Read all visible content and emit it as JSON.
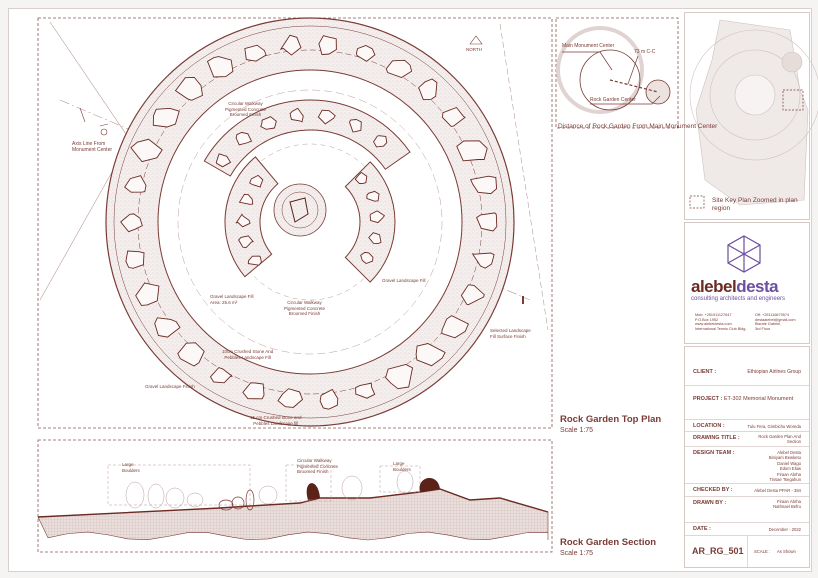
{
  "plan": {
    "title": "Rock Garden Top Plan",
    "scale": "Scale 1:75",
    "north_label": "NORTH",
    "labels": {
      "axis_line": "Axis Line From\nMonument Center",
      "walkway_top": "Circular Walkway\nPigmented Concrete\nBroomed Finish",
      "gravel_fill_area": "Gravel Landscape Fill\nArea: 25.6 m²",
      "walkway_bottom": "Circular Walkway\nPigmented Concrete\nBroomed Finish",
      "gravel_fill_right": "Gravel Landscape Fill",
      "crushed_stone": "10cm Crushed Stone And\nPebbles Landscape Fill",
      "gravel_finish": "Gravel Landscape Finish",
      "selected_fill": "Selected Landscape\nFill Surface Finish",
      "crushed_bottom": "15 cm Crushed stone and\nPebbles Landscape fill"
    }
  },
  "section": {
    "title": "Rock Garden Section",
    "scale": "Scale 1:75",
    "labels": {
      "boulders_left": "Large\nBoulders",
      "walkway": "Circular Walkway\nPigmented Concrete\nBroomed Finish",
      "boulders_right": "Large\nBoulders"
    }
  },
  "distance_panel": {
    "main_center": "Main Monument Center",
    "distance": "73 m C-C",
    "rock_center": "Rock Garden Center",
    "caption": "Distance of Rock Garden\nFrom Main Monument Center"
  },
  "key_plan": {
    "legend": "Site Key Plan\nZoomed in plan region"
  },
  "logo": {
    "name_a": "alebel",
    "name_b": "desta",
    "tagline": "consulting architects and engineers",
    "contact_left": "Mob: +251911127647\nP.O.Box 1952\nwww.alebeldesta.com\nInternational Tennis Club Bldg.",
    "contact_right": "Off: +251116679574\ndestaalebel@gmail.com\nBisrate Gabriel,\n3rd Floor"
  },
  "title_block": {
    "client_label": "CLIENT :",
    "client": "Ethiopian Airlines Group",
    "project_label": "PROJECT :",
    "project": "ET-302  Memorial Monument",
    "location_label": "LOCATION :",
    "location": "Tulu Fera, Gimbichu Woreda",
    "drawing_title_label": "DRAWING TITLE :",
    "drawing_title": "Rock Garden Plan And\nSection",
    "design_team_label": "DESIGN TEAM :",
    "design_team": "Alebel Desta\nBiniyam Bewketu\nDaniel Wagu\nEdom Elias\nFiraan Abrha\nTinsae Tsegahun",
    "checked_by_label": "CHECKED BY :",
    "checked_by": "Alebel Desta PPAR - 384",
    "drawn_by_label": "DRAWN BY :",
    "drawn_by": "Firaan Abrha\nNathnael Befru",
    "date_label": "DATE :",
    "date": "December - 2022",
    "sheet_no": "AR_RG_501",
    "scale_label": "SCALE :",
    "scale": "As Shown"
  },
  "colors": {
    "line": "#7a3b35",
    "boulder_dark": "#5a2218",
    "logo_purple": "#6b4fa0",
    "logo_blue": "#3a5fa8"
  }
}
